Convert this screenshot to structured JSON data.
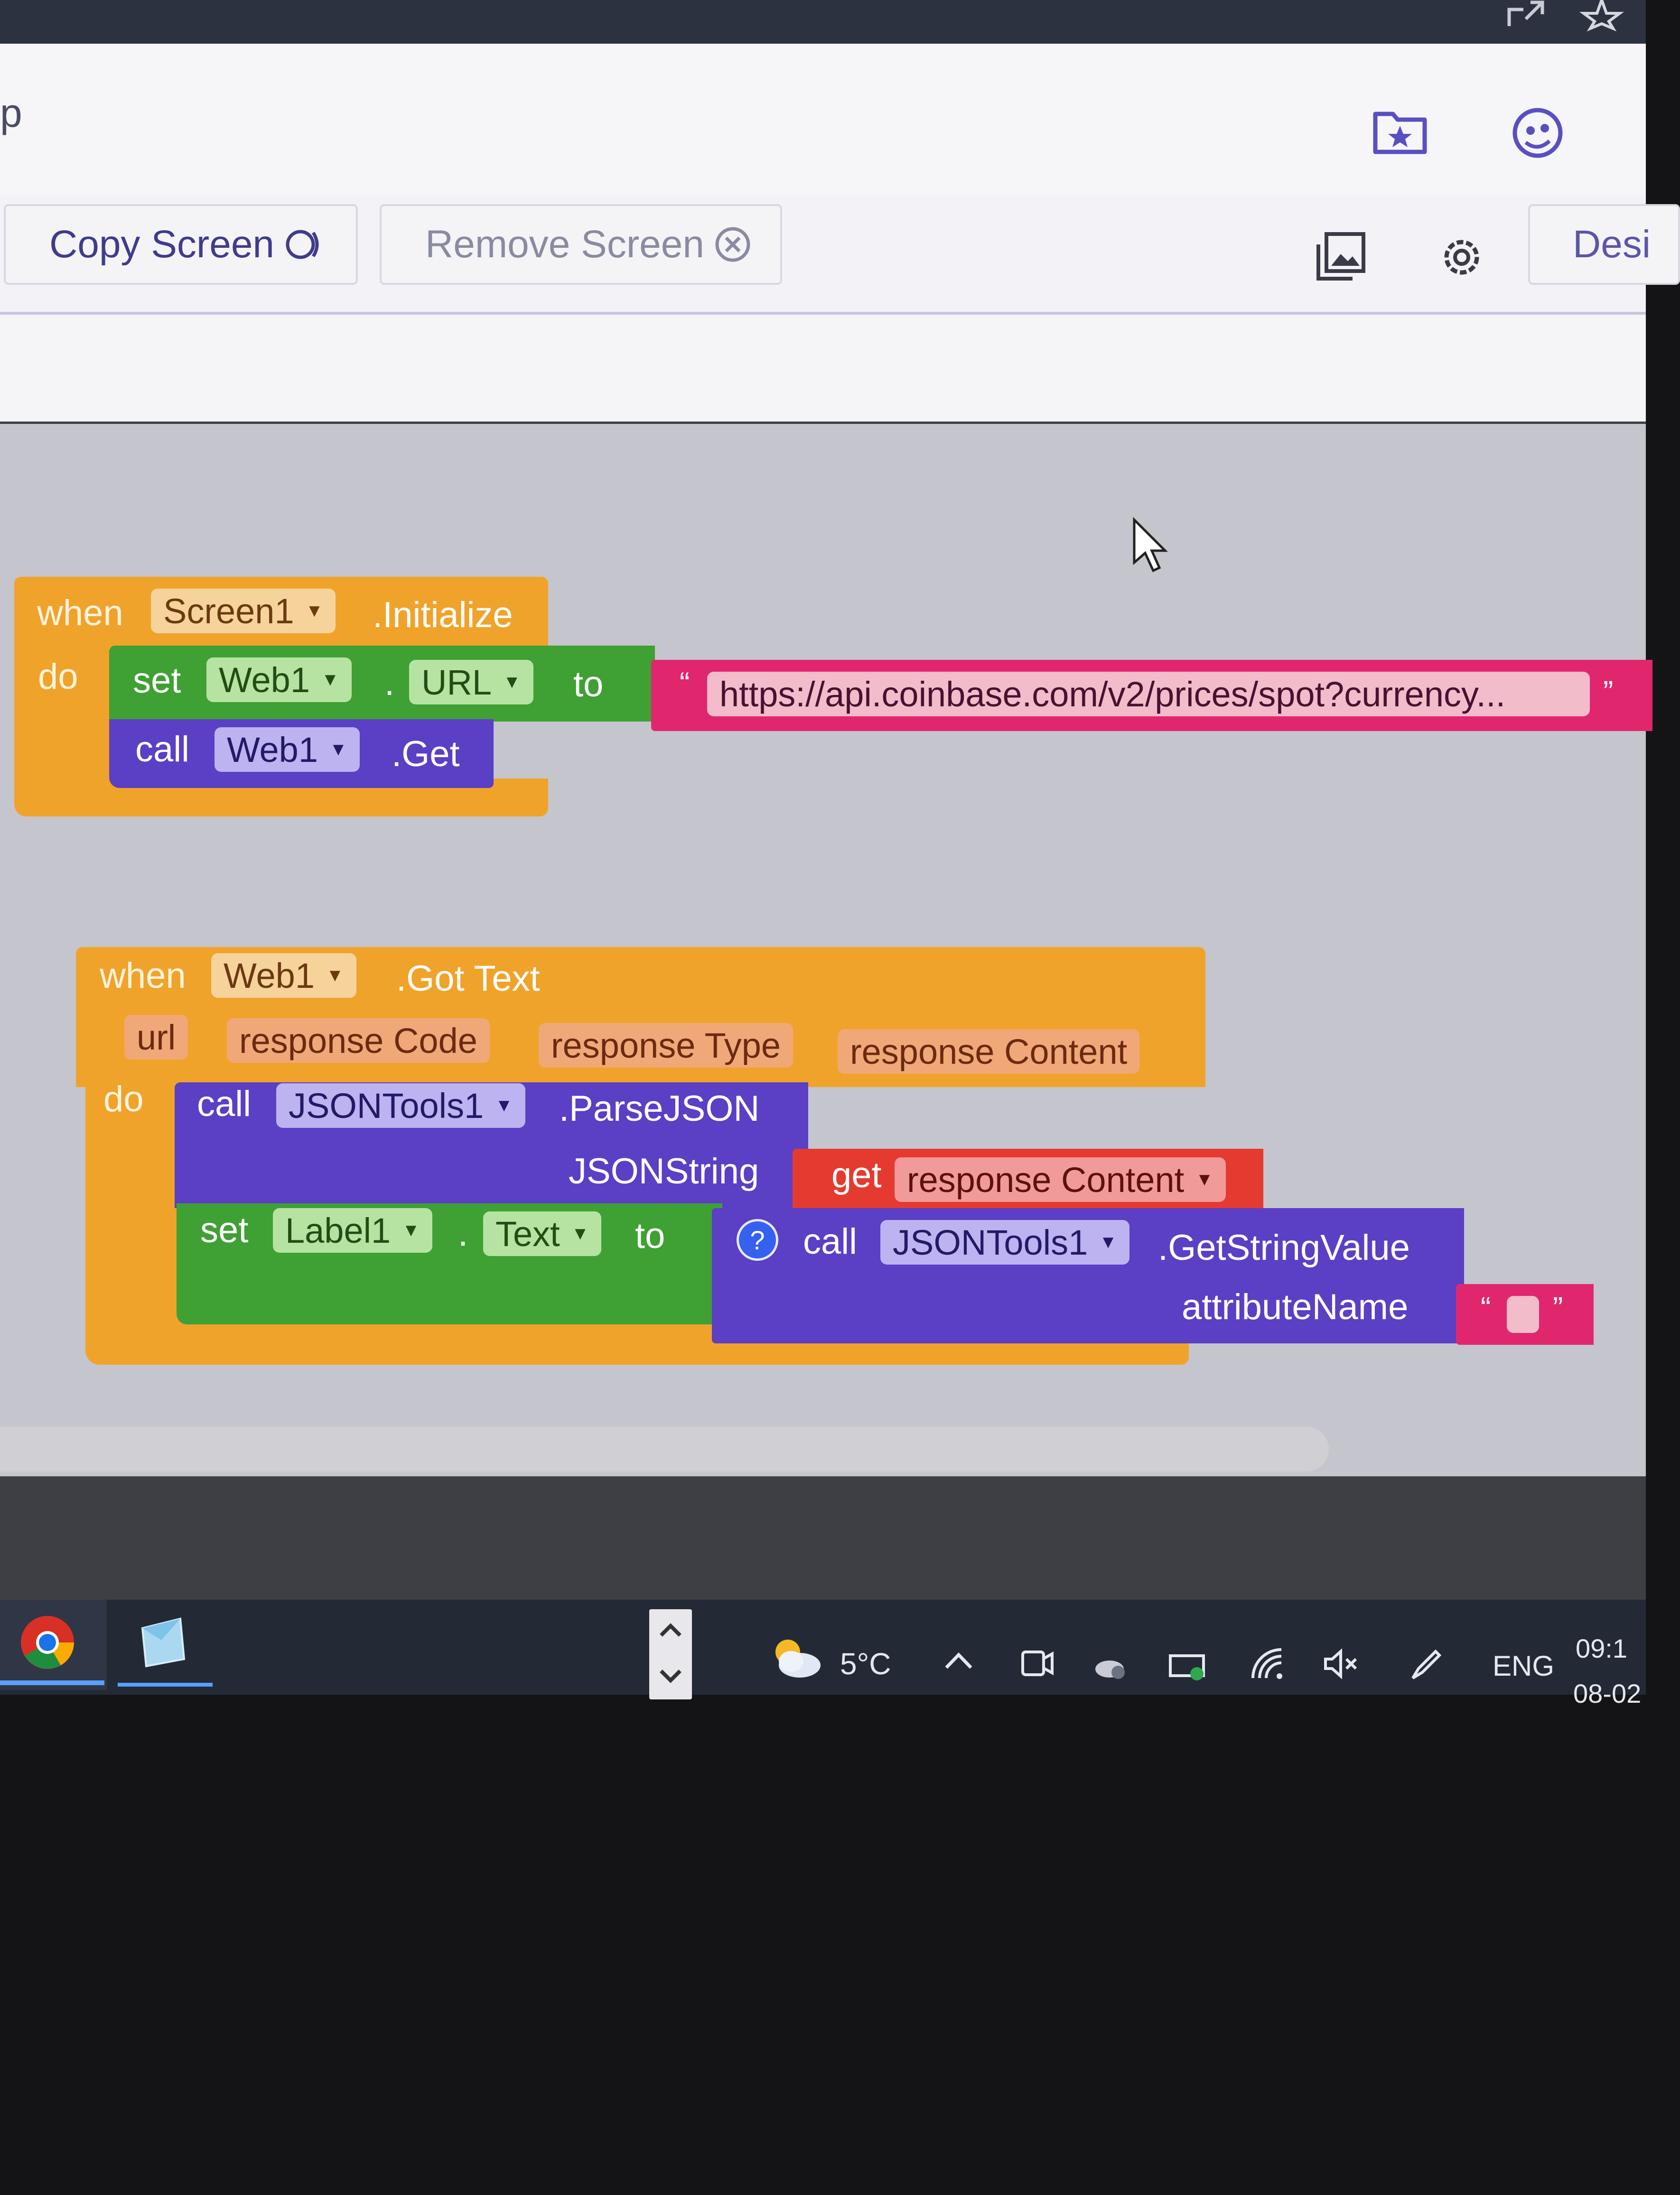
{
  "window": {
    "title_fragment": "p"
  },
  "toolbar": {
    "copy_screen_label": "Copy Screen",
    "copy_screen_icon": "copy-circle-icon",
    "remove_screen_label": "Remove Screen",
    "remove_screen_icon": "close-circle-icon",
    "designer_label": "Desi"
  },
  "blocks": {
    "initialize": {
      "when": "when",
      "component": "Screen1",
      "event": ".Initialize",
      "do": "do",
      "set_kw": "set",
      "set_component": "Web1",
      "dot": ".",
      "property": "URL",
      "to": "to",
      "url_open_quote": "“",
      "url_text": "https://api.coinbase.com/v2/prices/spot?currency...",
      "url_close_quote": "”",
      "call_kw": "call",
      "call_component": "Web1",
      "call_method": ".Get"
    },
    "got_text": {
      "when": "when",
      "component": "Web1",
      "event": ".Got Text",
      "params": [
        "url",
        "response Code",
        "response Type",
        "response Content"
      ],
      "do": "do",
      "call_kw": "call",
      "call_component": "JSONTools1",
      "call_method": ".ParseJSON",
      "arg_label": "JSONString",
      "get_kw": "get",
      "get_var": "response Content",
      "set_kw": "set",
      "set_component": "Label1",
      "dot": ".",
      "set_property": "Text",
      "to": "to",
      "help_mark": "?",
      "call2_kw": "call",
      "call2_component": "JSONTools1",
      "call2_method": ".GetStringValue",
      "arg2_label": "attributeName",
      "empty_open_quote": "“",
      "empty_close_quote": "”"
    }
  },
  "taskbar": {
    "weather_temp": "5°C",
    "language": "ENG",
    "time": "09:1",
    "date": "08-02"
  },
  "colors": {
    "event_orange": "#f0a32a",
    "set_green": "#3fa034",
    "call_purple": "#5b3fc4",
    "text_pink": "#e0276e",
    "get_red": "#e53a30"
  }
}
